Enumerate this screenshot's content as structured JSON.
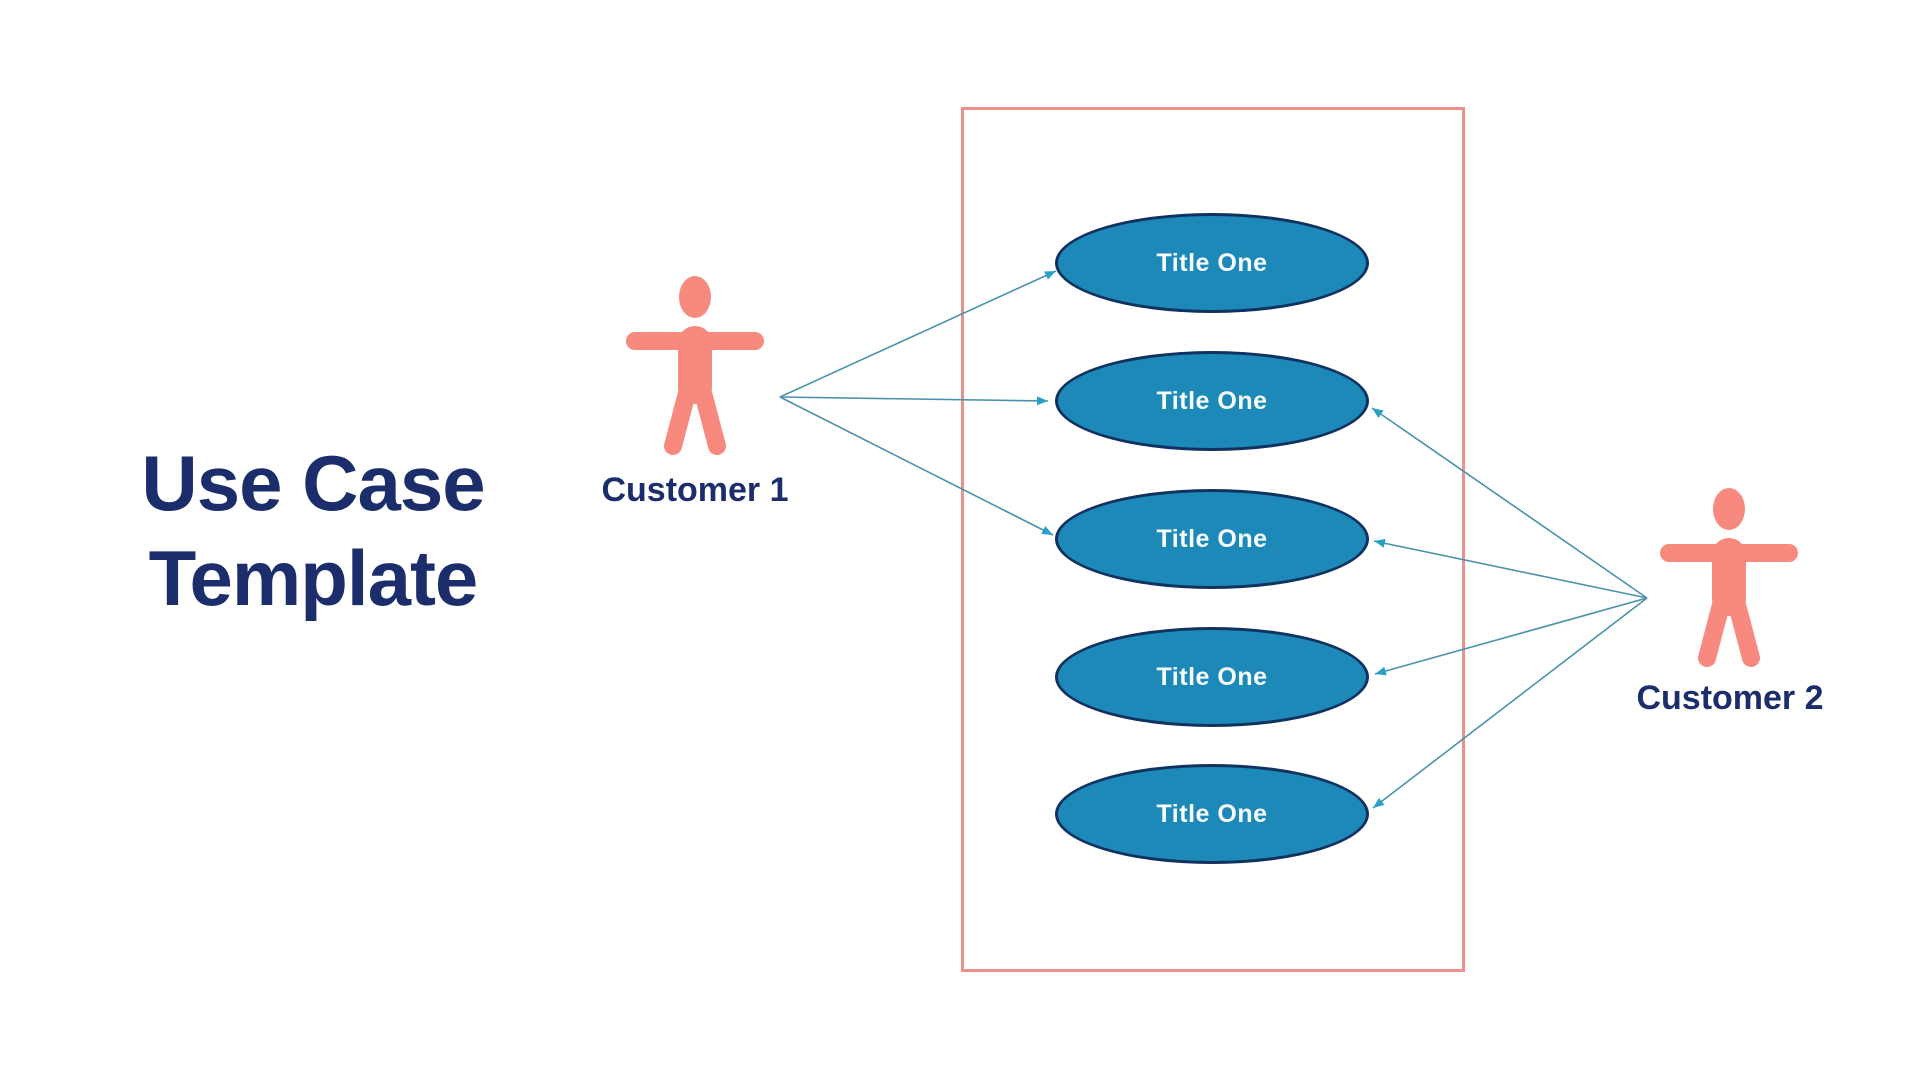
{
  "title": {
    "text": "Use Case Template",
    "lines": [
      "Use Case",
      "Template"
    ]
  },
  "actors": [
    {
      "id": "customer-1",
      "label": "Customer 1"
    },
    {
      "id": "customer-2",
      "label": "Customer 2"
    }
  ],
  "use_cases": [
    {
      "id": "use-case-1",
      "label": "Title One"
    },
    {
      "id": "use-case-2",
      "label": "Title One"
    },
    {
      "id": "use-case-3",
      "label": "Title One"
    },
    {
      "id": "use-case-4",
      "label": "Title One"
    },
    {
      "id": "use-case-5",
      "label": "Title One"
    }
  ],
  "connections": [
    {
      "from": "customer-1",
      "to": "use-case-1"
    },
    {
      "from": "customer-1",
      "to": "use-case-2"
    },
    {
      "from": "customer-1",
      "to": "use-case-3"
    },
    {
      "from": "customer-2",
      "to": "use-case-2"
    },
    {
      "from": "customer-2",
      "to": "use-case-3"
    },
    {
      "from": "customer-2",
      "to": "use-case-4"
    },
    {
      "from": "customer-2",
      "to": "use-case-5"
    }
  ],
  "colors": {
    "background": "#FFFFFF",
    "title_text": "#1B2E6B",
    "actor": "#F8897E",
    "boundary_border": "#E9918A",
    "use_case_fill": "#1D89B8",
    "use_case_border": "#0F3260",
    "use_case_text": "#F7FCFA",
    "connector_line": "#4A92AC",
    "connector_arrow": "#2AA0C9"
  }
}
